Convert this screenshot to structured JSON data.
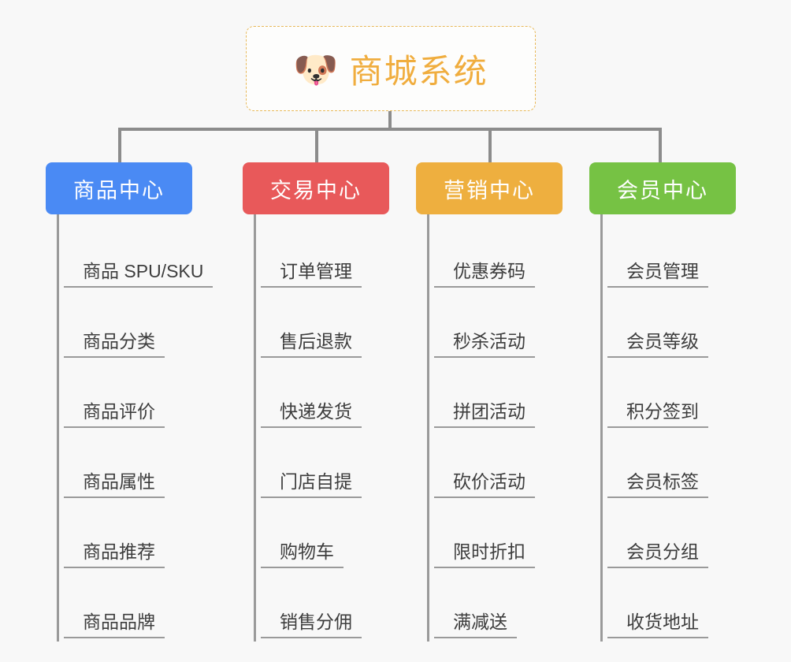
{
  "root": {
    "icon": "shiba-dog-face-emoji",
    "emoji": "🐶",
    "title": "商城系统",
    "accent_color": "#f0ad3e",
    "border_color": "#e8b95a"
  },
  "columns": [
    {
      "title": "商品中心",
      "color": "#4a8af4",
      "items": [
        "商品 SPU/SKU",
        "商品分类",
        "商品评价",
        "商品属性",
        "商品推荐",
        "商品品牌"
      ]
    },
    {
      "title": "交易中心",
      "color": "#e8595a",
      "items": [
        "订单管理",
        "售后退款",
        "快递发货",
        "门店自提",
        "购物车",
        "销售分佣"
      ]
    },
    {
      "title": "营销中心",
      "color": "#eeaf3f",
      "items": [
        "优惠券码",
        "秒杀活动",
        "拼团活动",
        "砍价活动",
        "限时折扣",
        "满减送"
      ]
    },
    {
      "title": "会员中心",
      "color": "#76c244",
      "items": [
        "会员管理",
        "会员等级",
        "积分签到",
        "会员标签",
        "会员分组",
        "收货地址"
      ]
    }
  ],
  "layout": {
    "background_color": "#f8f8f8",
    "connector_color": "#8c8c8c",
    "leaf_line_color": "#9a9a9a",
    "column_lefts": [
      58,
      308,
      528,
      748
    ],
    "drop_lefts": [
      150,
      400,
      620,
      836
    ]
  }
}
